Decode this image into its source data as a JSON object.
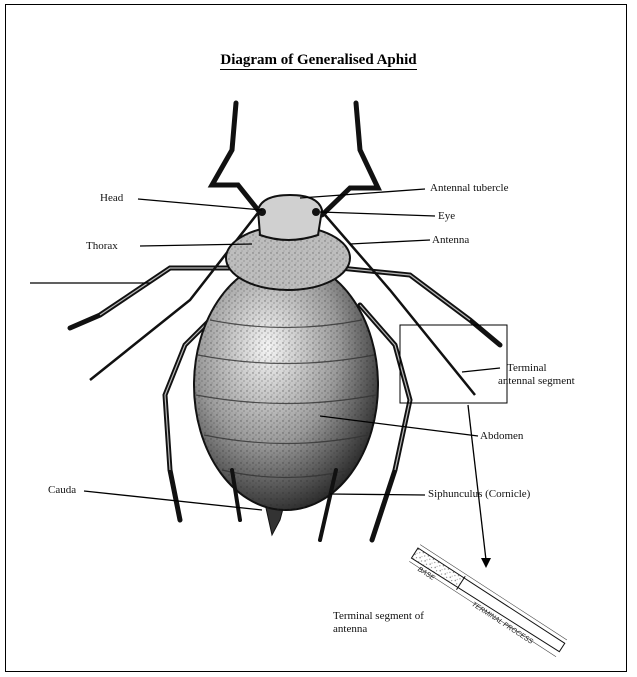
{
  "title": "Diagram of Generalised Aphid",
  "labels": {
    "head": "Head",
    "thorax": "Thorax",
    "cauda": "Cauda",
    "antennal_tubercle": "Antennal tubercle",
    "eye": "Eye",
    "antenna": "Antenna",
    "terminal_antennal_segment_line1": "Terminal",
    "terminal_antennal_segment_line2": "antennal segment",
    "abdomen": "Abdomen",
    "siphunculus": "Siphunculus (Cornicle)",
    "terminal_segment_line1": "Terminal segment of",
    "terminal_segment_line2": "antenna"
  },
  "inset": {
    "base": "BASE",
    "terminal_process": "TERMINAL PROCESS"
  }
}
